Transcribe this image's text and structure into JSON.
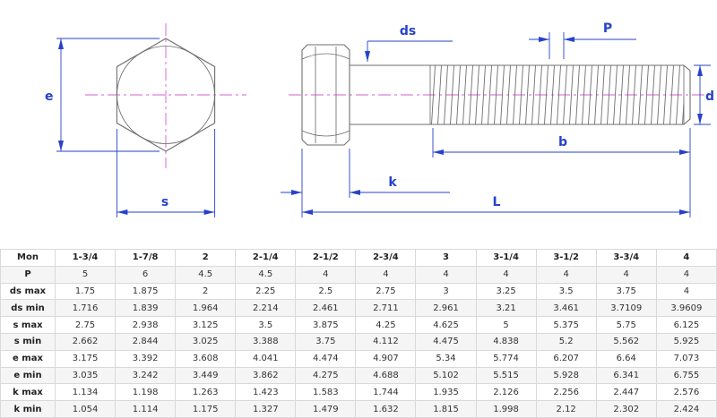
{
  "drawing": {
    "labels": {
      "e": "e",
      "s": "s",
      "ds": "ds",
      "P": "P",
      "d": "d",
      "b": "b",
      "k": "k",
      "L": "L"
    },
    "colors": {
      "outline": "#6e6e6e",
      "dimension": "#2742c8",
      "centerline": "#d55fd0"
    }
  },
  "table": {
    "header": [
      "Mon",
      "1-3/4",
      "1-7/8",
      "2",
      "2-1/4",
      "2-1/2",
      "2-3/4",
      "3",
      "3-1/4",
      "3-1/2",
      "3-3/4",
      "4"
    ],
    "rows": [
      {
        "label": "P",
        "values": [
          "5",
          "6",
          "4.5",
          "4.5",
          "4",
          "4",
          "4",
          "4",
          "4",
          "4",
          "4"
        ]
      },
      {
        "label": "ds max",
        "values": [
          "1.75",
          "1.875",
          "2",
          "2.25",
          "2.5",
          "2.75",
          "3",
          "3.25",
          "3.5",
          "3.75",
          "4"
        ]
      },
      {
        "label": "ds min",
        "values": [
          "1.716",
          "1.839",
          "1.964",
          "2.214",
          "2.461",
          "2.711",
          "2.961",
          "3.21",
          "3.461",
          "3.7109",
          "3.9609"
        ]
      },
      {
        "label": "s max",
        "values": [
          "2.75",
          "2.938",
          "3.125",
          "3.5",
          "3.875",
          "4.25",
          "4.625",
          "5",
          "5.375",
          "5.75",
          "6.125"
        ]
      },
      {
        "label": "s min",
        "values": [
          "2.662",
          "2.844",
          "3.025",
          "3.388",
          "3.75",
          "4.112",
          "4.475",
          "4.838",
          "5.2",
          "5.562",
          "5.925"
        ]
      },
      {
        "label": "e max",
        "values": [
          "3.175",
          "3.392",
          "3.608",
          "4.041",
          "4.474",
          "4.907",
          "5.34",
          "5.774",
          "6.207",
          "6.64",
          "7.073"
        ]
      },
      {
        "label": "e min",
        "values": [
          "3.035",
          "3.242",
          "3.449",
          "3.862",
          "4.275",
          "4.688",
          "5.102",
          "5.515",
          "5.928",
          "6.341",
          "6.755"
        ]
      },
      {
        "label": "k max",
        "values": [
          "1.134",
          "1.198",
          "1.263",
          "1.423",
          "1.583",
          "1.744",
          "1.935",
          "2.126",
          "2.256",
          "2.447",
          "2.576"
        ]
      },
      {
        "label": "k min",
        "values": [
          "1.054",
          "1.114",
          "1.175",
          "1.327",
          "1.479",
          "1.632",
          "1.815",
          "1.998",
          "2.12",
          "2.302",
          "2.424"
        ]
      }
    ]
  }
}
